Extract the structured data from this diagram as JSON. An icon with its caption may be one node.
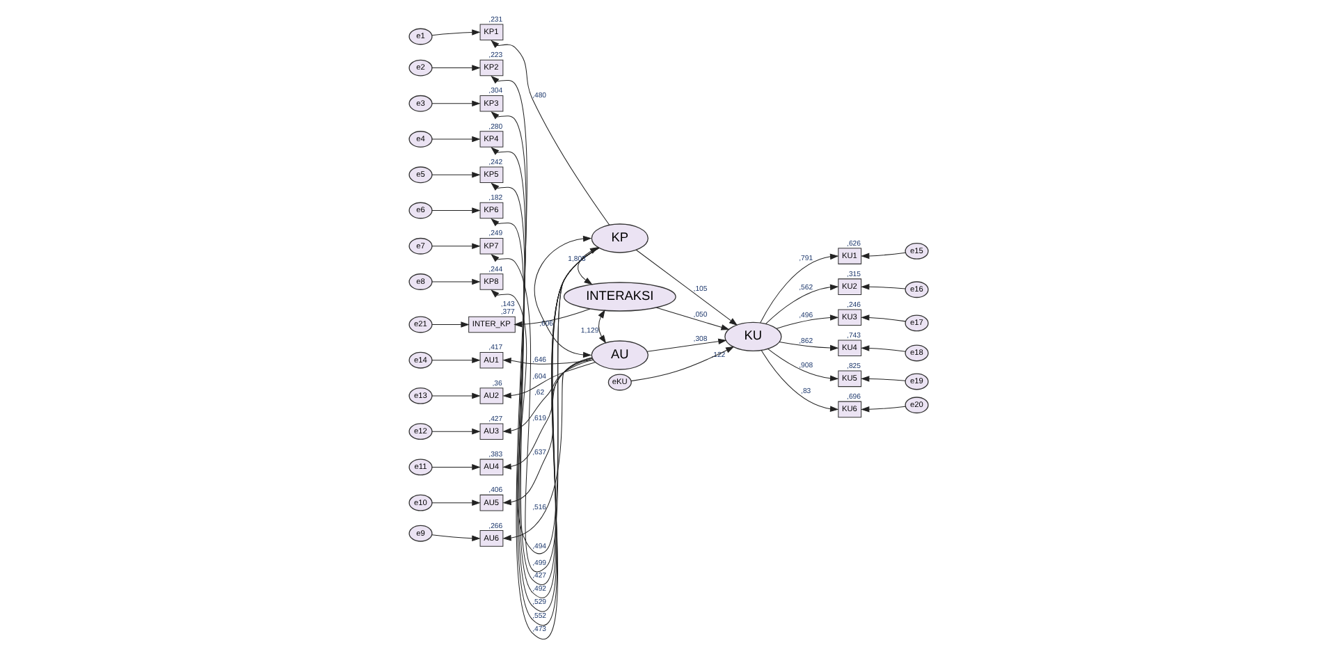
{
  "diagram": {
    "nodes": [
      {
        "text": [
          "e1"
        ]
      },
      {
        "text": [
          "e2"
        ]
      },
      {
        "text": [
          "e3"
        ]
      },
      {
        "text": [
          "e4"
        ]
      },
      {
        "text": [
          "e5"
        ]
      },
      {
        "text": [
          "e6"
        ]
      },
      {
        "text": [
          "e7"
        ]
      },
      {
        "text": [
          "e8"
        ]
      },
      {
        "text": [
          "KP1"
        ],
        "beside": [
          ",231"
        ]
      },
      {
        "text": [
          "KP2"
        ],
        "beside": [
          ",223"
        ]
      },
      {
        "text": [
          "KP3"
        ],
        "beside": [
          ",304"
        ]
      },
      {
        "text": [
          "KP4"
        ],
        "beside": [
          ",280"
        ]
      },
      {
        "text": [
          "KP5"
        ],
        "beside": [
          ",242"
        ]
      },
      {
        "text": [
          "KP6"
        ],
        "beside": [
          ",182"
        ]
      },
      {
        "text": [
          "KP7"
        ],
        "beside": [
          ",249"
        ]
      },
      {
        "text": [
          "KP8"
        ],
        "beside": [
          ",244"
        ]
      },
      {
        "text": [
          "KP"
        ]
      },
      {
        "text": [
          "e21"
        ]
      },
      {
        "text": [
          "INTER_KP"
        ],
        "beside": [
          ",143",
          ",377"
        ]
      },
      {
        "text": [
          "INTERAKSI"
        ]
      },
      {
        "text": [
          "eKU"
        ]
      },
      {
        "text": [
          "KU"
        ],
        "beside": [
          ",122"
        ]
      },
      {
        "text": [
          "KU1"
        ],
        "beside": [
          ",626"
        ]
      },
      {
        "text": [
          "KU2"
        ],
        "beside": [
          ",315"
        ]
      },
      {
        "text": [
          "KU3"
        ],
        "beside": [
          ",246"
        ]
      },
      {
        "text": [
          "KU4"
        ],
        "beside": [
          ",743"
        ]
      },
      {
        "text": [
          "KU5"
        ],
        "beside": [
          ",825"
        ]
      },
      {
        "text": [
          "KU6"
        ],
        "beside": [
          ",696"
        ]
      },
      {
        "text": [
          "e15"
        ]
      },
      {
        "text": [
          "e16"
        ]
      },
      {
        "text": [
          "e17"
        ]
      },
      {
        "text": [
          "e18"
        ]
      },
      {
        "text": [
          "e19"
        ]
      },
      {
        "text": [
          "e20"
        ]
      },
      {
        "text": [
          "e14"
        ]
      },
      {
        "text": [
          "e13"
        ]
      },
      {
        "text": [
          "e12"
        ]
      },
      {
        "text": [
          "e11"
        ]
      },
      {
        "text": [
          "e10"
        ]
      },
      {
        "text": [
          "e9"
        ]
      },
      {
        "text": [
          "AU1"
        ],
        "beside": [
          ",417"
        ]
      },
      {
        "text": [
          "AU2"
        ],
        "beside": [
          ",36"
        ]
      },
      {
        "text": [
          "AU3"
        ],
        "beside": [
          ",427"
        ]
      },
      {
        "text": [
          "AU4"
        ],
        "beside": [
          ",383"
        ]
      },
      {
        "text": [
          "AU5"
        ],
        "beside": [
          ",406"
        ]
      },
      {
        "text": [
          "AU6"
        ],
        "beside": [
          ",266"
        ]
      },
      {
        "text": [
          "AU"
        ]
      }
    ],
    "edges": [
      {
        "from": 0,
        "to": 8,
        "arrow": "to"
      },
      {
        "from": 1,
        "to": 9,
        "arrow": "to"
      },
      {
        "from": 2,
        "to": 10,
        "arrow": "to"
      },
      {
        "from": 3,
        "to": 11,
        "arrow": "to"
      },
      {
        "from": 4,
        "to": 12,
        "arrow": "to"
      },
      {
        "from": 5,
        "to": 13,
        "arrow": "to"
      },
      {
        "from": 6,
        "to": 14,
        "arrow": "to"
      },
      {
        "from": 7,
        "to": 15,
        "arrow": "to"
      },
      {
        "from": 16,
        "to": 8,
        "arrow": "to",
        "label": ",480"
      },
      {
        "from": 16,
        "to": 9,
        "arrow": "to",
        "label": ",473"
      },
      {
        "from": 16,
        "to": 10,
        "arrow": "to",
        "label": ",552"
      },
      {
        "from": 16,
        "to": 11,
        "arrow": "to",
        "label": ",529"
      },
      {
        "from": 16,
        "to": 12,
        "arrow": "to",
        "label": ",492"
      },
      {
        "from": 16,
        "to": 13,
        "arrow": "to",
        "label": ",427"
      },
      {
        "from": 16,
        "to": 14,
        "arrow": "to",
        "label": ",499"
      },
      {
        "from": 16,
        "to": 15,
        "arrow": "to",
        "label": ",494"
      },
      {
        "from": 16,
        "to": 19,
        "arrow": "both",
        "label": "1,803"
      },
      {
        "from": 17,
        "to": 18,
        "arrow": "to"
      },
      {
        "from": 19,
        "to": 18,
        "arrow": "to",
        "label": ",606"
      },
      {
        "from": 19,
        "to": 46,
        "arrow": "both",
        "label": "1,129"
      },
      {
        "from": 46,
        "to": 16,
        "arrow": "both"
      },
      {
        "from": 16,
        "to": 21,
        "arrow": "to",
        "label": ",105"
      },
      {
        "from": 19,
        "to": 21,
        "arrow": "to",
        "label": ",050"
      },
      {
        "from": 46,
        "to": 21,
        "arrow": "to",
        "label": ",308"
      },
      {
        "from": 20,
        "to": 21,
        "arrow": "to"
      },
      {
        "from": 21,
        "to": 22,
        "arrow": "to",
        "label": ",791"
      },
      {
        "from": 21,
        "to": 23,
        "arrow": "to",
        "label": ",562"
      },
      {
        "from": 21,
        "to": 24,
        "arrow": "to",
        "label": ",496"
      },
      {
        "from": 21,
        "to": 25,
        "arrow": "to",
        "label": ",862"
      },
      {
        "from": 21,
        "to": 26,
        "arrow": "to",
        "label": ",908"
      },
      {
        "from": 21,
        "to": 27,
        "arrow": "to",
        "label": ",83"
      },
      {
        "from": 28,
        "to": 22,
        "arrow": "to"
      },
      {
        "from": 29,
        "to": 23,
        "arrow": "to"
      },
      {
        "from": 30,
        "to": 24,
        "arrow": "to"
      },
      {
        "from": 31,
        "to": 25,
        "arrow": "to"
      },
      {
        "from": 32,
        "to": 26,
        "arrow": "to"
      },
      {
        "from": 33,
        "to": 27,
        "arrow": "to"
      },
      {
        "from": 34,
        "to": 40,
        "arrow": "to"
      },
      {
        "from": 35,
        "to": 41,
        "arrow": "to"
      },
      {
        "from": 36,
        "to": 42,
        "arrow": "to"
      },
      {
        "from": 37,
        "to": 43,
        "arrow": "to"
      },
      {
        "from": 38,
        "to": 44,
        "arrow": "to"
      },
      {
        "from": 39,
        "to": 45,
        "arrow": "to"
      },
      {
        "from": 46,
        "to": 40,
        "arrow": "to",
        "label": ",646"
      },
      {
        "from": 46,
        "to": 41,
        "arrow": "to",
        "label": ",604"
      },
      {
        "from": 46,
        "to": 42,
        "arrow": "to",
        "label": ",62"
      },
      {
        "from": 46,
        "to": 43,
        "arrow": "to",
        "label": ",619"
      },
      {
        "from": 46,
        "to": 44,
        "arrow": "to",
        "label": ",637"
      },
      {
        "from": 46,
        "to": 45,
        "arrow": "to",
        "label": ",516"
      }
    ]
  }
}
